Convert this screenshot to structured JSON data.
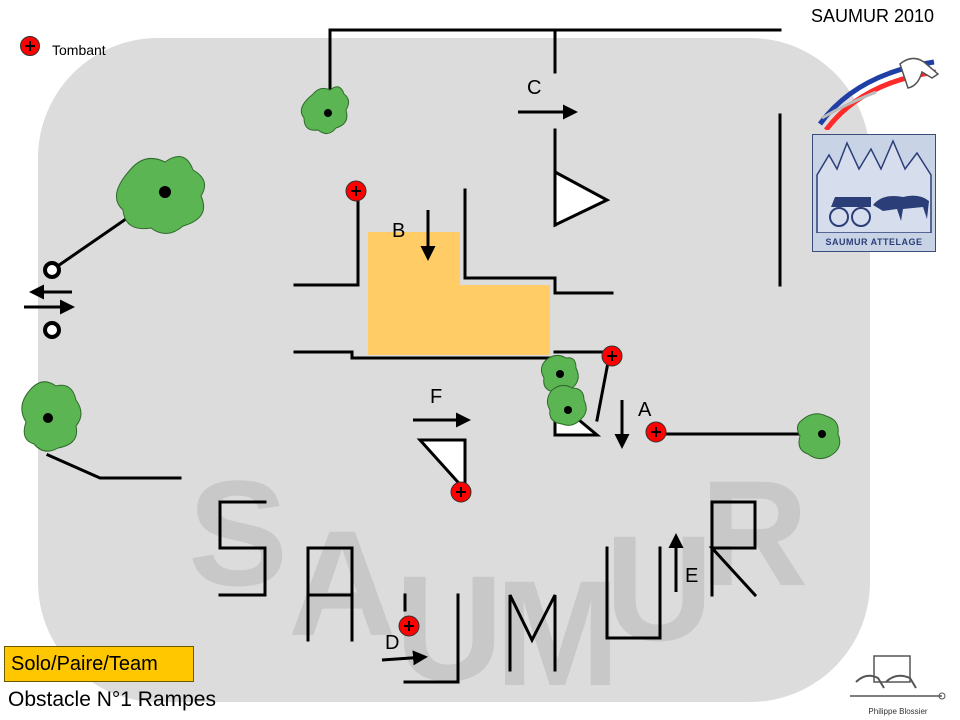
{
  "header": {
    "event_title": "SAUMUR 2010"
  },
  "legend": {
    "icon": "red-circle-plus-icon",
    "label": "Tombant"
  },
  "course": {
    "watermark_letters": [
      "S",
      "A",
      "U",
      "M",
      "U",
      "R"
    ],
    "elements": [
      {
        "letter": "A",
        "direction": "down"
      },
      {
        "letter": "B",
        "direction": "down"
      },
      {
        "letter": "C",
        "direction": "right"
      },
      {
        "letter": "D",
        "direction": "right"
      },
      {
        "letter": "E",
        "direction": "up"
      },
      {
        "letter": "F",
        "direction": "right"
      }
    ],
    "labels": {
      "A": "A",
      "B": "B",
      "C": "C",
      "D": "D",
      "E": "E",
      "F": "F"
    }
  },
  "footer": {
    "category": "Solo/Paire/Team",
    "obstacle": "Obstacle N°1 Rampes"
  },
  "logos": {
    "attelage_caption": "SAUMUR ATTELAGE",
    "author_caption": "Philippe Blossier"
  },
  "colors": {
    "arena": "#dcdcdc",
    "sand_zone": "#ffcc66",
    "tree": "#5ab552",
    "tombant": "#ff0000",
    "category_box": "#ffc700"
  }
}
